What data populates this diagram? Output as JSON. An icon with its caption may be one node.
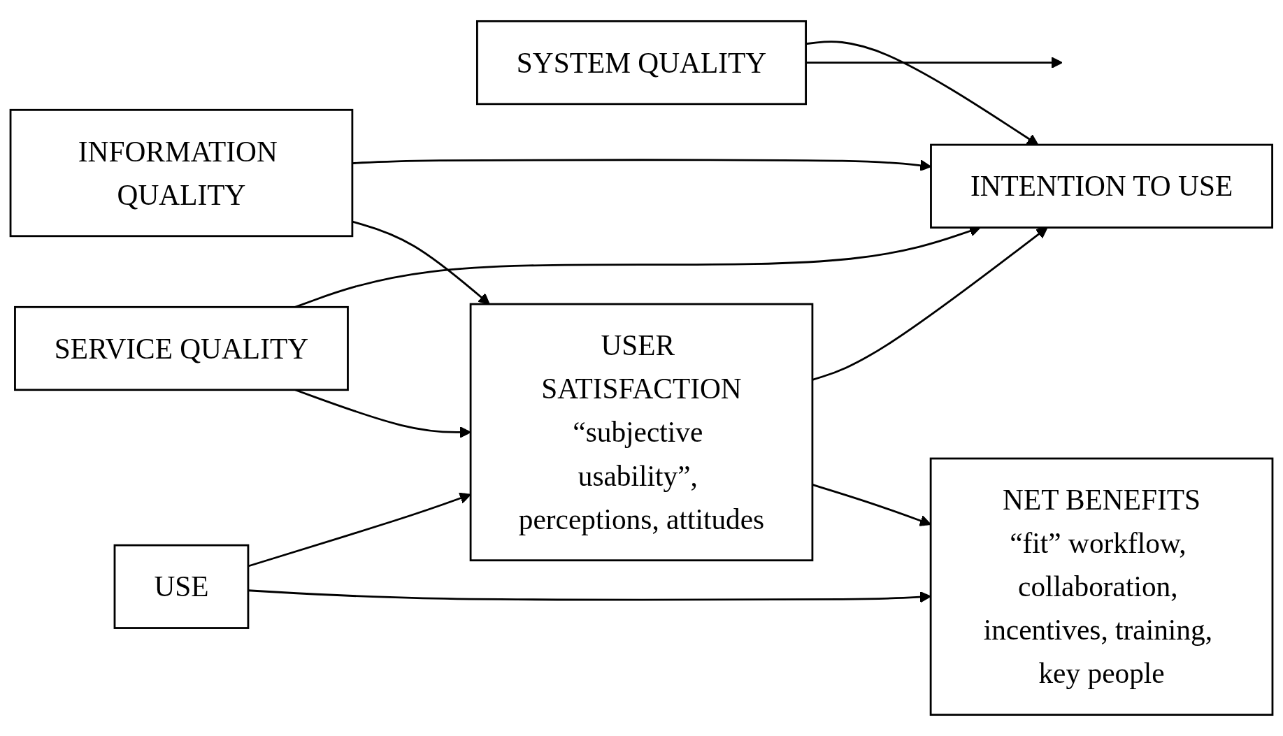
{
  "diagram": {
    "nodes": [
      {
        "text": [
          "INFORMATION QUALITY"
        ]
      },
      {
        "text": [
          "SYSTEM QUALITY"
        ]
      },
      {
        "text": [
          "SERVICE QUALITY"
        ]
      },
      {
        "text": [
          "INTENTION TO USE"
        ]
      },
      {
        "text": [
          "USE"
        ]
      },
      {
        "text": [
          "USER SATISFACTION",
          "“subjective usability”, perceptions, attitudes"
        ]
      },
      {
        "text": [
          "NET BENEFITS",
          "“fit” workflow, collaboration, incentives, training, key people"
        ]
      }
    ],
    "edges": [
      {
        "from": 0,
        "to": 3,
        "arrow": "to"
      },
      {
        "from": 0,
        "to": 5,
        "arrow": "to"
      },
      {
        "from": 1,
        "to": 3,
        "arrow": "to"
      },
      {
        "from": 1,
        "to": null,
        "arrow": "to"
      },
      {
        "from": 2,
        "to": 3,
        "arrow": "to"
      },
      {
        "from": 2,
        "to": 5,
        "arrow": "to"
      },
      {
        "from": 5,
        "to": 3,
        "arrow": "to"
      },
      {
        "from": 4,
        "to": 5,
        "arrow": "to"
      },
      {
        "from": 4,
        "to": 6,
        "arrow": "to"
      },
      {
        "from": 5,
        "to": 6,
        "arrow": "to"
      }
    ]
  }
}
